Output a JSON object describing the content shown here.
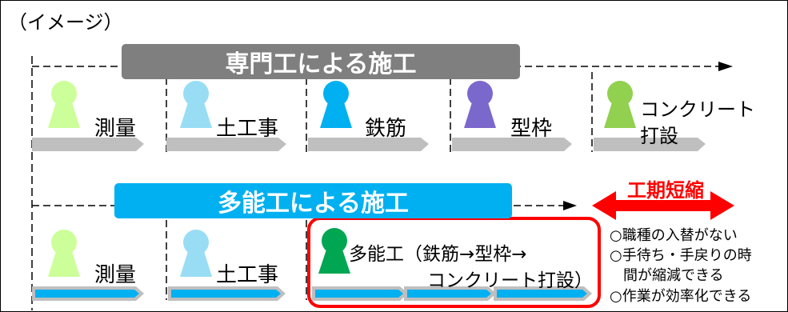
{
  "caption": "（イメージ）",
  "specialist": {
    "banner": "専門工による施工",
    "tasks": [
      {
        "label": "測量",
        "color": "#ccff99"
      },
      {
        "label": "土工事",
        "color": "#99ddf5"
      },
      {
        "label": "鉄筋",
        "color": "#00b0f0"
      },
      {
        "label": "型枠",
        "color": "#7b68cc"
      },
      {
        "label_line1": "コンクリート",
        "label_line2": "打設",
        "color": "#92d050"
      }
    ]
  },
  "multi": {
    "banner": "多能工による施工",
    "tasks": [
      {
        "label": "測量",
        "color": "#ccff99"
      },
      {
        "label": "土工事",
        "color": "#99ddf5"
      },
      {
        "label_line1": "多能工（鉄筋→型枠→",
        "label_line2": "コンクリート打設）",
        "color": "#00a651"
      }
    ]
  },
  "shortening": {
    "title": "工期短縮",
    "points": [
      "○職種の入替がない",
      "○手待ち・手戻りの時",
      "間が縮減できる",
      "○作業が効率化できる"
    ]
  },
  "colors": {
    "gray_banner": "#7f7f7f",
    "blue_banner": "#00b0f0",
    "gray_arrow": "#bfbfbf",
    "blue_arrow": "#00b0f0",
    "red": "#ff0000"
  }
}
